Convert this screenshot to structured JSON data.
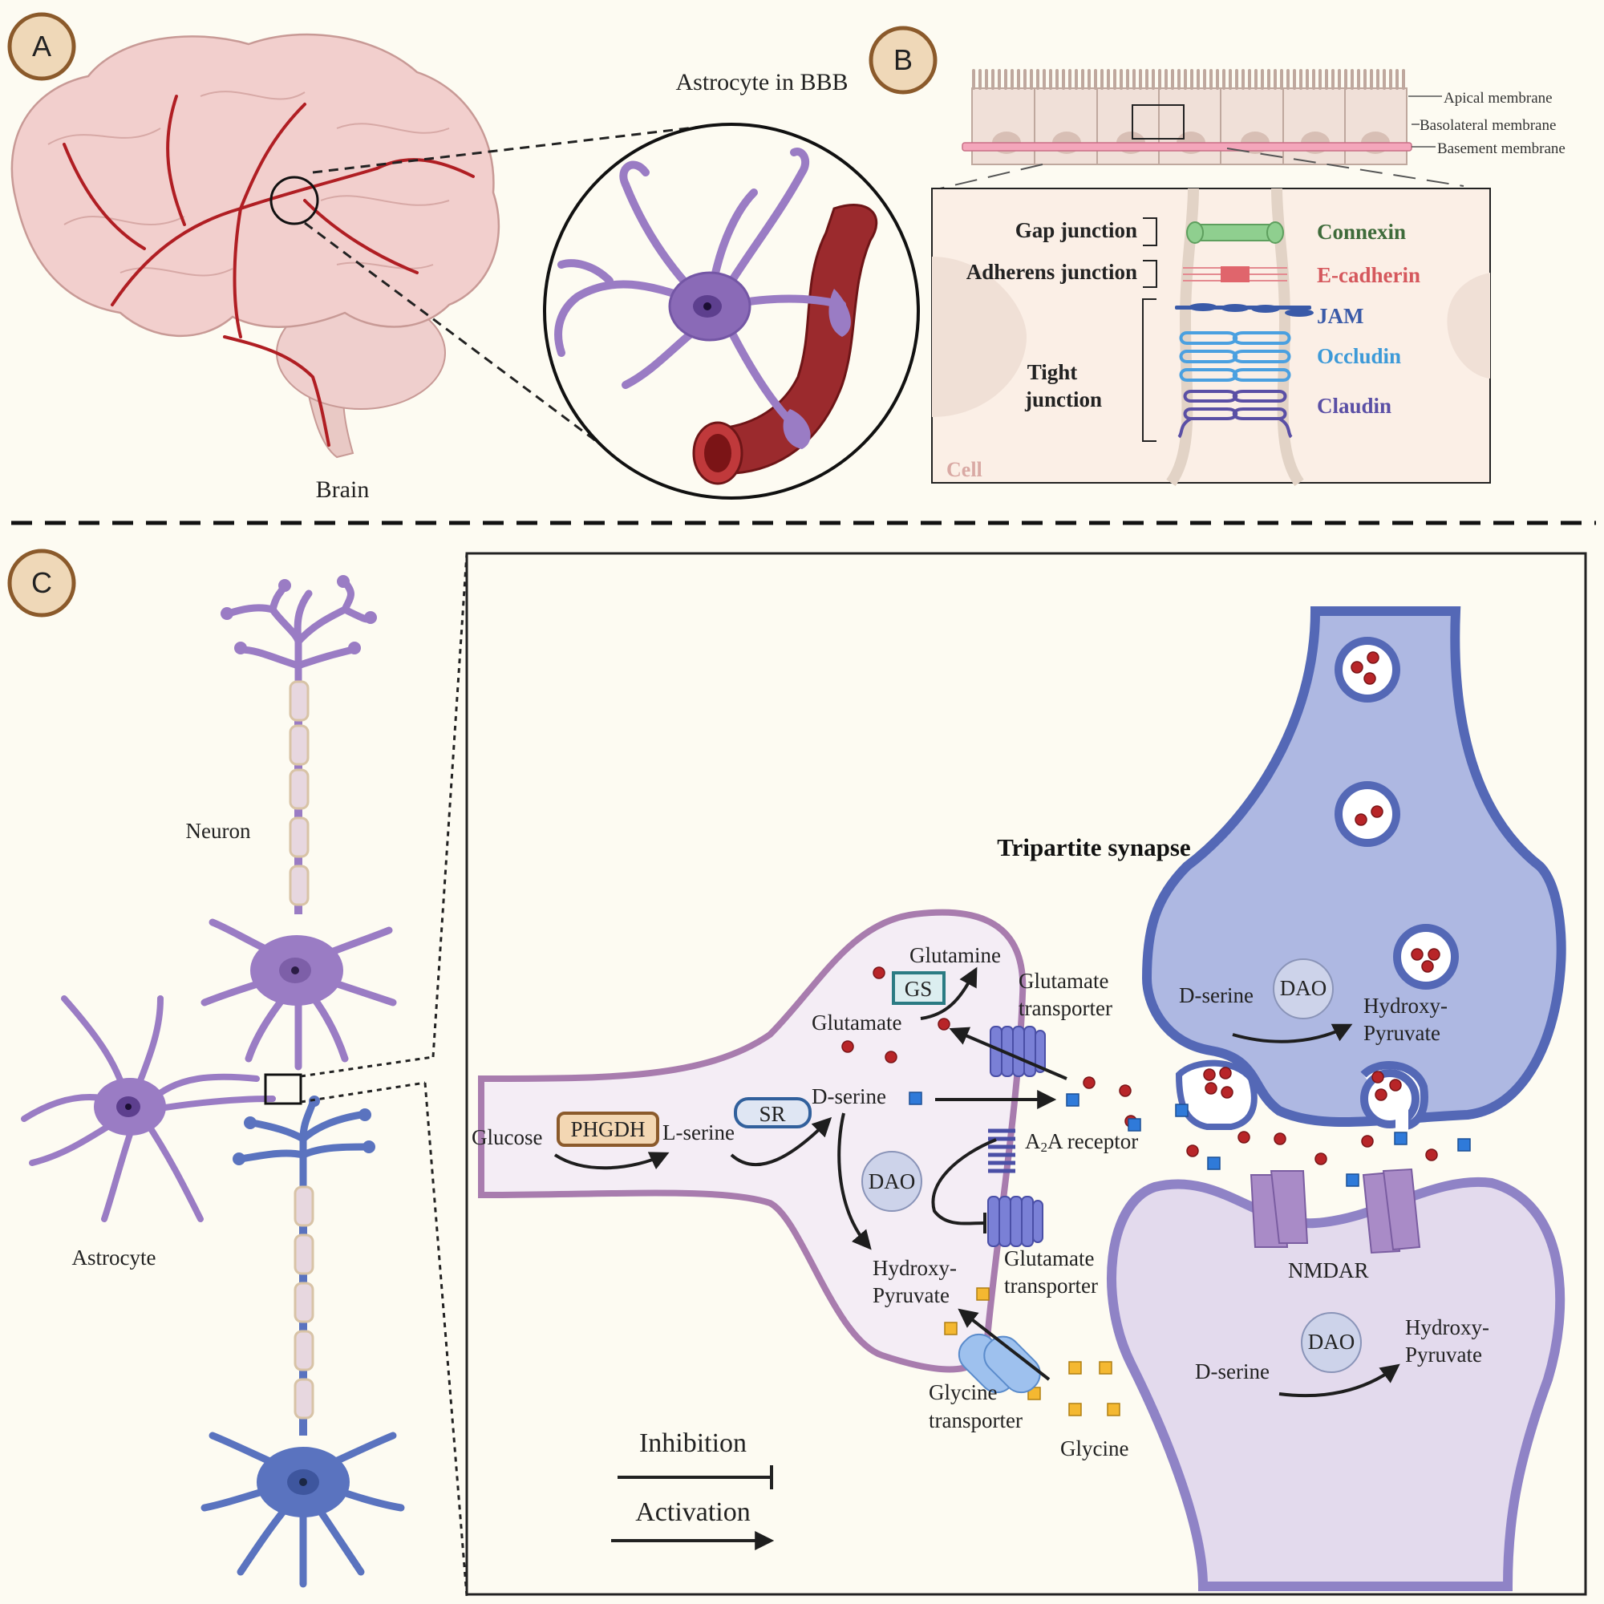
{
  "panels": {
    "a": "A",
    "b": "B",
    "c": "C"
  },
  "panel_a": {
    "brain_label": "Brain",
    "title": "Astrocyte in BBB"
  },
  "panel_b": {
    "membranes": {
      "apical": "Apical membrane",
      "basolateral": "Basolateral membrane",
      "basement": "Basement membrane"
    },
    "junctions": {
      "gap": "Gap junction",
      "adherens": "Adherens junction",
      "tight_line1": "Tight",
      "tight_line2": "junction"
    },
    "proteins": {
      "connexin": "Connexin",
      "ecadherin": "E-cadherin",
      "jam": "JAM",
      "occludin": "Occludin",
      "claudin": "Claudin"
    },
    "cell": "Cell",
    "colors": {
      "connexin": "#3e6b3a",
      "ecadherin": "#d5585d",
      "jam": "#3a5aa8",
      "occludin": "#3d9ad8",
      "claudin": "#5a4fa5"
    }
  },
  "panel_c": {
    "neuron": "Neuron",
    "astrocyte": "Astrocyte",
    "title": "Tripartite synapse",
    "astro": {
      "glutamine": "Glutamine",
      "gs": "GS",
      "glutamate": "Glutamate",
      "dserine": "D-serine",
      "sr": "SR",
      "phgdh": "PHGDH",
      "glucose": "Glucose",
      "lserine": "L-serine",
      "dao": "DAO",
      "hp1": "Hydroxy-",
      "hp2": "Pyruvate",
      "glut_tr1a": "Glutamate",
      "glut_tr1b": "transporter",
      "a2a_pre": "A",
      "a2a_sub": "2",
      "a2a_post": "A receptor",
      "glut_tr2a": "Glutamate",
      "glut_tr2b": "transporter",
      "gly_tr1": "Glycine",
      "gly_tr2": "transporter",
      "glycine": "Glycine"
    },
    "pre": {
      "dserine": "D-serine",
      "dao": "DAO",
      "hp1": "Hydroxy-",
      "hp2": "Pyruvate"
    },
    "post": {
      "nmdar": "NMDAR",
      "dserine": "D-serine",
      "dao": "DAO",
      "hp1": "Hydroxy-",
      "hp2": "Pyruvate"
    },
    "legend": {
      "inhibition": "Inhibition",
      "activation": "Activation"
    }
  }
}
